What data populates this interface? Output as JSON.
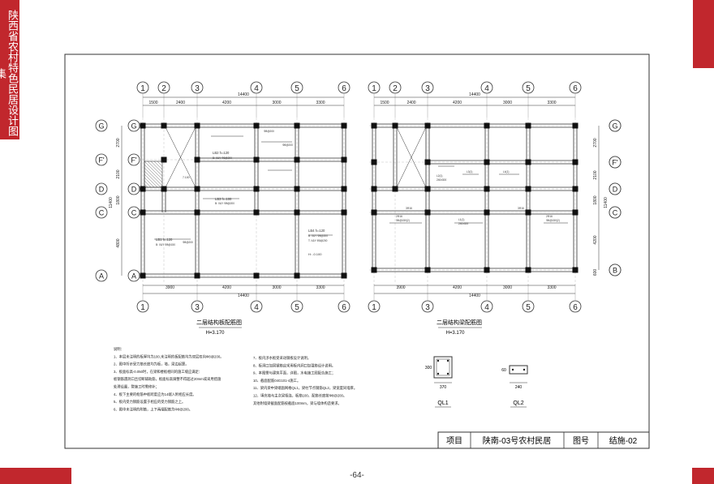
{
  "side_title": "陕西省农村特色民居设计图集",
  "page_number": "-64-",
  "title_block": {
    "label_project": "项目",
    "project_name": "陕南-03号农村民居",
    "label_drawing_no": "图号",
    "drawing_no": "结施-02"
  },
  "left_plan": {
    "title": "二层结构板配筋图",
    "height": "H=3.170",
    "axis_top": [
      "1",
      "2",
      "3",
      "4",
      "5",
      "6"
    ],
    "axis_bottom": [
      "1",
      "3",
      "4",
      "5",
      "6"
    ],
    "axis_rows": [
      "G",
      "F'",
      "D",
      "C",
      "A"
    ],
    "total_dim": "14400",
    "dims_top": [
      "1500",
      "2400",
      "4200",
      "3000",
      "3300"
    ],
    "dims_bottom": [
      "3900",
      "4200",
      "3000",
      "3300"
    ],
    "dims_side": [
      "2700",
      "2100",
      "1800",
      "4800",
      "11400"
    ],
    "slab_labels": [
      "LB2 h=120",
      "LB3 h=100",
      "LB1 h=120",
      "LB4 h=120"
    ]
  },
  "right_plan": {
    "title": "二层结构梁配筋图",
    "height": "H=3.170",
    "axis_top": [
      "1",
      "2",
      "3",
      "4",
      "5",
      "6"
    ],
    "axis_bottom": [
      "1",
      "3",
      "4",
      "5",
      "6"
    ],
    "axis_rows": [
      "G",
      "F'",
      "D",
      "C",
      "B"
    ],
    "total_dim": "14400",
    "dims_top": [
      "1500",
      "2400",
      "4200",
      "3000",
      "3300"
    ],
    "dims_bottom": [
      "3900",
      "4200",
      "3000",
      "3300"
    ],
    "dims_side": [
      "2700",
      "2100",
      "1800",
      "4200",
      "600",
      "11400"
    ]
  },
  "notes_left": [
    "说明：",
    "1、本层未注明的板厚均为100,未注明的板配筋均为双层双向Φ8@200。",
    "2、图中所示受力筋长度均为板，墙，梁边起算。",
    "3、板面标高-0.050时，在梁和楼板相同的施工缝应满足：",
    "   板钢筋遇洞口且切断辅助筋，板面标高调整不得超过20mm或采用措施",
    "   处理设置，管施工时需修补；",
    "4、板下主要的框筋中板跨度应为14端入附相应长度。",
    "5、板内受力钢筋设置于相应的受力钢筋之上。",
    "6、图中未注明的附筋，上下两端配筋为Φ8@200。"
  ],
  "notes_right": [
    "7、板内涉水板受采动钢板设计说明。",
    "8、板洞口加固钢筋应采用板内洞口加强筋设计说明。",
    "9、本图需与建筑平面，详图，水电施工图配合施工；",
    "10、截面配筋04G101-4施工。",
    "11、梁内梁中梁端面网格QL1，梁柱节点钢筋QL2，梁宽度同墙厚。",
    "12、填充墙与主次梁相连，板筋100，配筋长度按Φ8@200。",
    "    其他附墙梁截面配筋按截面100mm，梁与墙体构造要求。"
  ],
  "section_ql1": {
    "label": "QL1",
    "width": "370",
    "height": "300"
  },
  "section_ql2": {
    "label": "QL2",
    "width": "240",
    "height": "60"
  }
}
